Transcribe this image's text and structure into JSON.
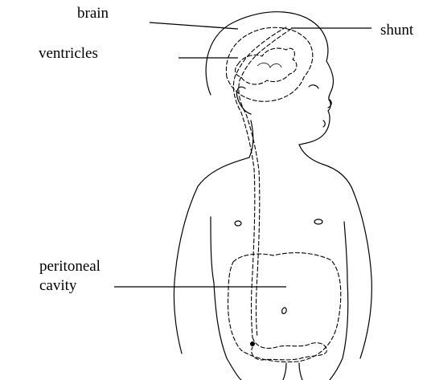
{
  "labels": {
    "brain": "brain",
    "shunt": "shunt",
    "ventricles": "ventricles",
    "peritoneal_cavity": "peritoneal cavity"
  },
  "colors": {
    "ink": "#000000",
    "background": "#ffffff"
  }
}
